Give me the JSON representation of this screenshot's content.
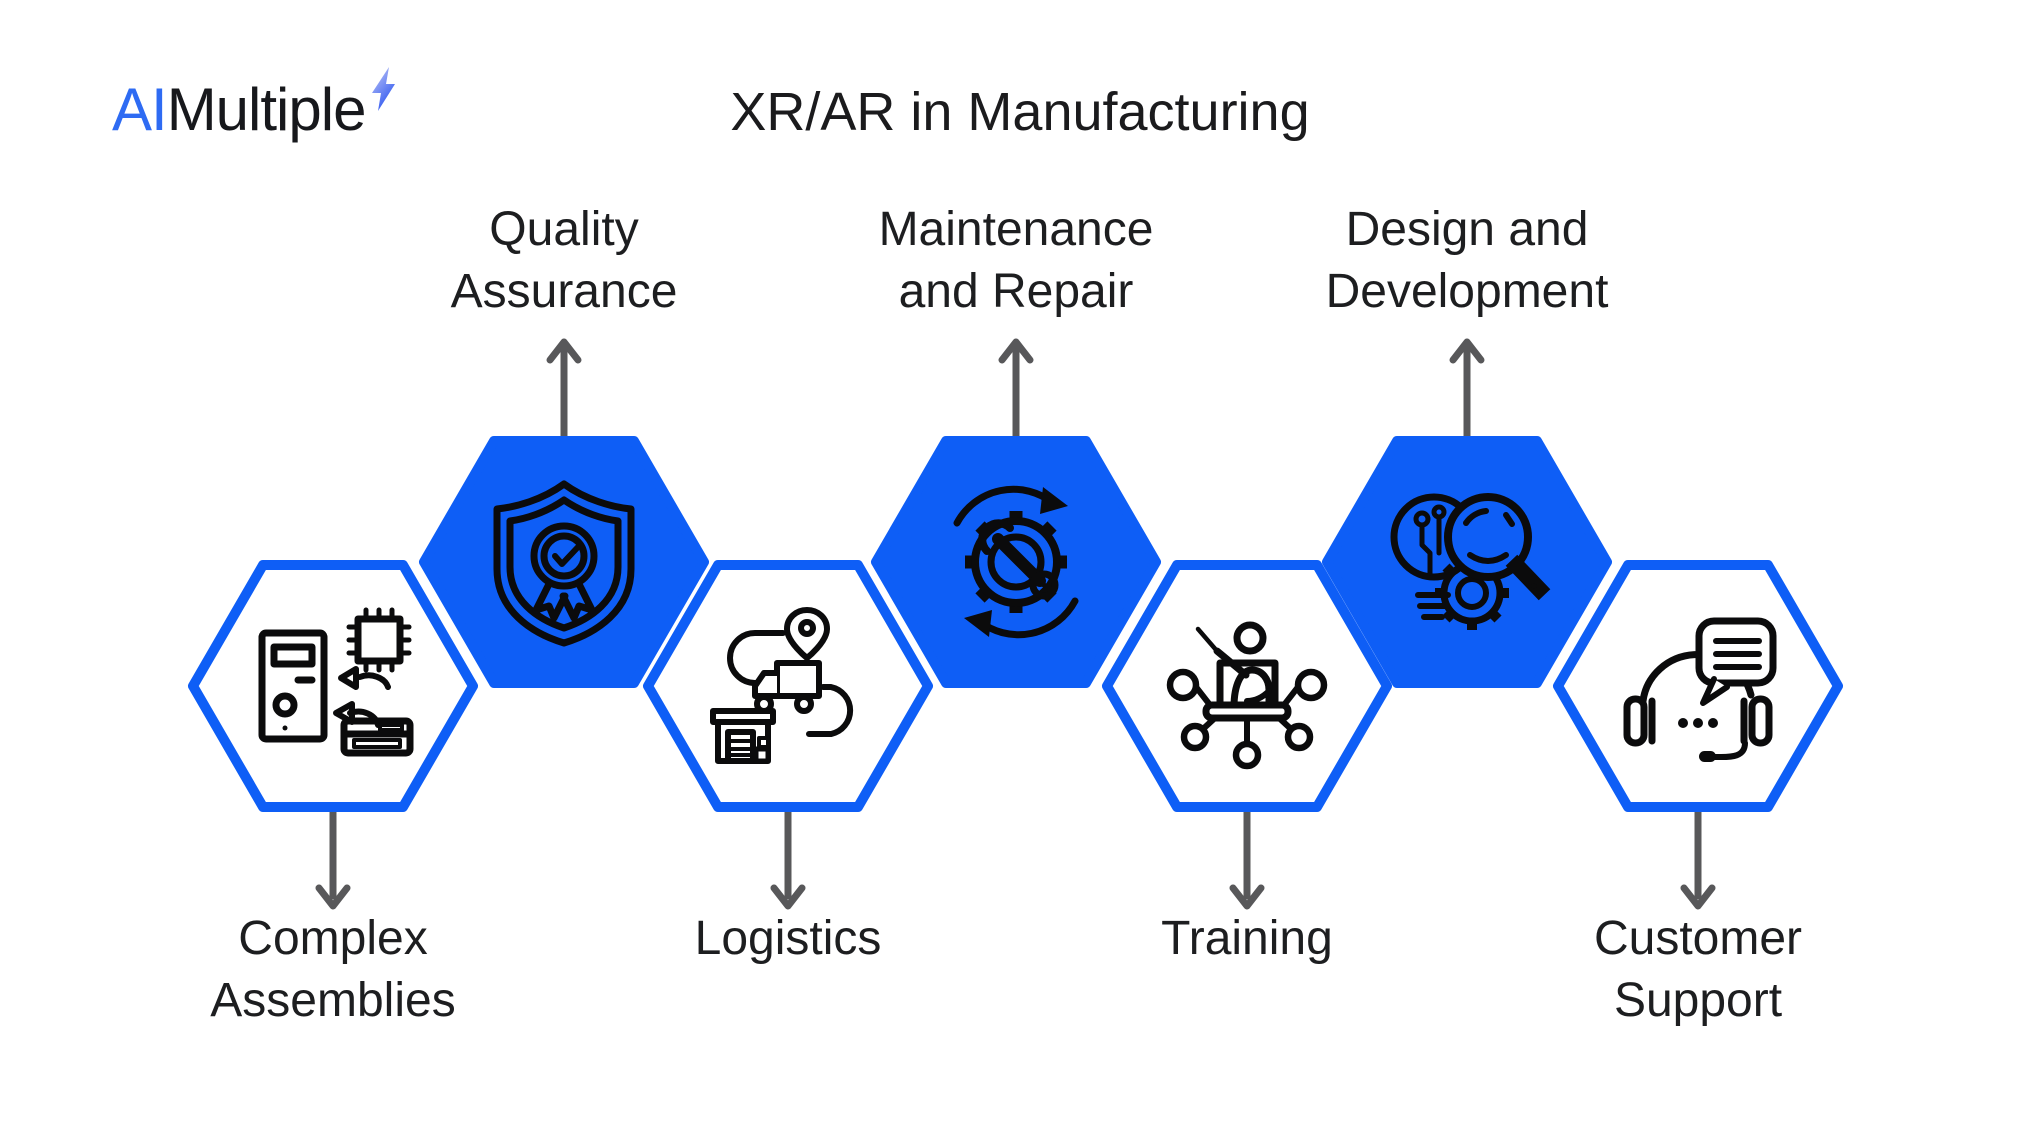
{
  "brand": {
    "name_primary": "AI",
    "name_secondary": "Multiple",
    "bolt_icon": "lightning-bolt"
  },
  "title": "XR/AR in Manufacturing",
  "colors": {
    "accent_blue": "#0e5ef6",
    "logo_blue": "#2e6bf3",
    "logo_dark": "#17181c",
    "arrow_gray": "#58585a",
    "text_dark": "#1d1e20",
    "icon_black": "#0b0b0c",
    "background": "#ffffff"
  },
  "hexagons": [
    {
      "id": "complex-assemblies",
      "variant": "outline",
      "label_position": "bottom",
      "icon": "computer-assembly-icon",
      "lines": [
        "Complex",
        "Assemblies"
      ]
    },
    {
      "id": "quality-assurance",
      "variant": "filled",
      "label_position": "top",
      "icon": "shield-award-icon",
      "lines": [
        "Quality",
        "Assurance"
      ]
    },
    {
      "id": "logistics",
      "variant": "outline",
      "label_position": "bottom",
      "icon": "logistics-route-icon",
      "lines": [
        "Logistics"
      ]
    },
    {
      "id": "maintenance-repair",
      "variant": "filled",
      "label_position": "top",
      "icon": "gear-wrench-icon",
      "lines": [
        "Maintenance",
        "and Repair"
      ]
    },
    {
      "id": "training",
      "variant": "outline",
      "label_position": "bottom",
      "icon": "trainer-network-icon",
      "lines": [
        "Training"
      ]
    },
    {
      "id": "design-development",
      "variant": "filled",
      "label_position": "top",
      "icon": "bulb-gear-magnifier-icon",
      "lines": [
        "Design and",
        "Development"
      ]
    },
    {
      "id": "customer-support",
      "variant": "outline",
      "label_position": "bottom",
      "icon": "headset-chat-icon",
      "lines": [
        "Customer",
        "Support"
      ]
    }
  ]
}
